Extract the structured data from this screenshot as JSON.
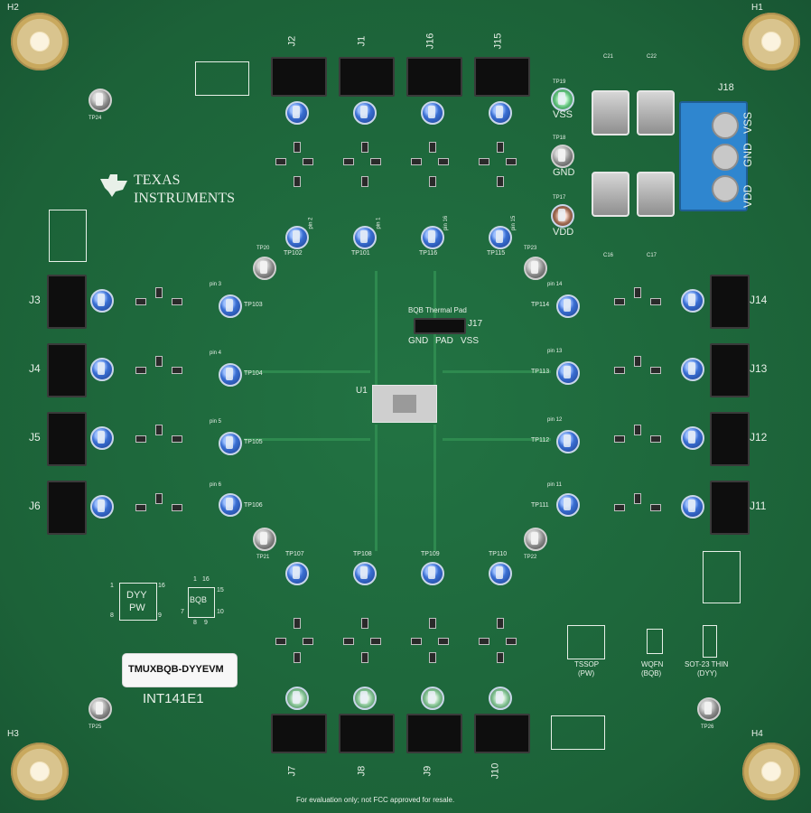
{
  "corners": {
    "h1": "H1",
    "h2": "H2",
    "h3": "H3",
    "h4": "H4"
  },
  "logo": {
    "line1": "Texas",
    "line2": "Instruments"
  },
  "headers_top": [
    "J2",
    "J1",
    "J16",
    "J15"
  ],
  "headers_bottom": [
    "J7",
    "J8",
    "J9",
    "J10"
  ],
  "headers_left": [
    "J3",
    "J4",
    "J5",
    "J6"
  ],
  "headers_right": [
    "J14",
    "J13",
    "J12",
    "J11"
  ],
  "power": {
    "connector": "J18",
    "vss": "VSS",
    "gnd": "GND",
    "vdd": "VDD",
    "tp19": "TP19",
    "tp18": "TP18",
    "tp17": "TP17",
    "c21": "C21",
    "c22": "C22",
    "c16": "C16",
    "c17": "C17"
  },
  "thermal": {
    "title": "BQB Thermal Pad",
    "gnd": "GND",
    "pad": "PAD",
    "vss": "VSS",
    "ref": "J17"
  },
  "u1": "U1",
  "tps": {
    "tp20": "TP20",
    "tp23": "TP23",
    "tp21": "TP21",
    "tp22": "TP22",
    "tp24": "TP24",
    "tp25": "TP25",
    "tp26": "TP26"
  },
  "top_tp": [
    "TP102",
    "TP101",
    "TP116",
    "TP115"
  ],
  "top_pins": [
    "pin 2",
    "pin 1",
    "pin 16",
    "pin 15"
  ],
  "left_tp": [
    "TP103",
    "TP104",
    "TP105",
    "TP106"
  ],
  "left_pins": [
    "pin 3",
    "pin 4",
    "pin 5",
    "pin 6"
  ],
  "right_tp": [
    "TP114",
    "TP113",
    "TP112",
    "TP111"
  ],
  "right_pins": [
    "pin 14",
    "pin 13",
    "pin 12",
    "pin 11"
  ],
  "bottom_tp": [
    "TP107",
    "TP108",
    "TP109",
    "TP110"
  ],
  "packages": {
    "dyy": "DYY",
    "pw": "PW",
    "n1": "1",
    "n16": "16",
    "n8": "8",
    "n9": "9",
    "bqb": "BQB",
    "b1": "1",
    "b16": "16",
    "b15": "15",
    "b7": "7",
    "b10": "10",
    "b8": "8",
    "b9": "9"
  },
  "footprints": {
    "tssop": "TSSOP",
    "tssop_sub": "(PW)",
    "wqfn": "WQFN",
    "wqfn_sub": "(BQB)",
    "sot": "SOT-23 THIN",
    "sot_sub": "(DYY)"
  },
  "label_sticker": "TMUXBQB-DYYEVM",
  "board_id": "INT141E1",
  "footer": "For evaluation only; not FCC approved for resale."
}
